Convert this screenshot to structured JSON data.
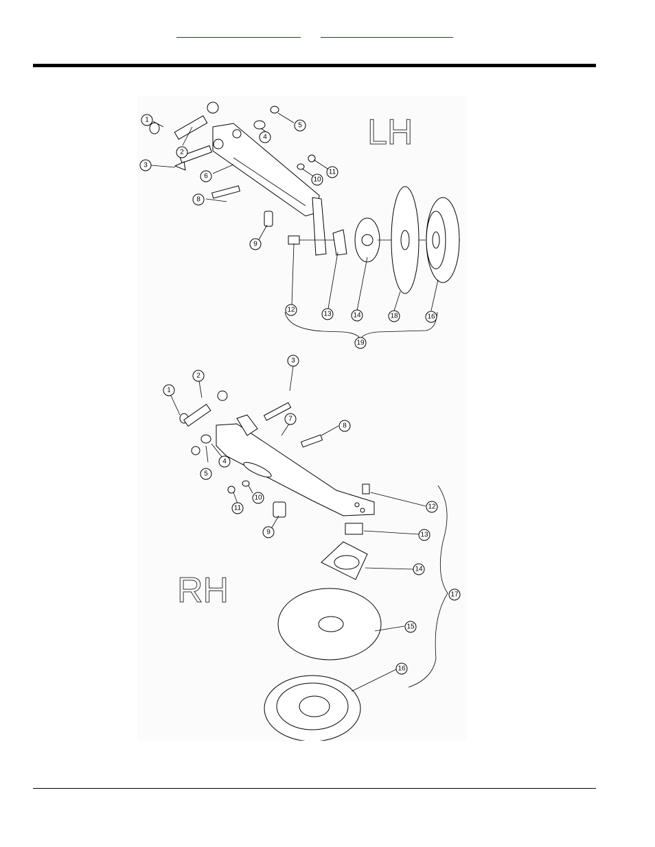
{
  "header": {
    "link_a": "",
    "link_b": ""
  },
  "figure": {
    "lh_label": "LH",
    "rh_label": "RH",
    "lh_callouts": [
      "1",
      "2",
      "3",
      "4",
      "5",
      "6",
      "8",
      "9",
      "10",
      "11",
      "12",
      "13",
      "14",
      "18",
      "16",
      "19"
    ],
    "rh_callouts": [
      "1",
      "2",
      "3",
      "4",
      "5",
      "7",
      "8",
      "9",
      "10",
      "11",
      "12",
      "13",
      "14",
      "15",
      "16",
      "17"
    ]
  }
}
